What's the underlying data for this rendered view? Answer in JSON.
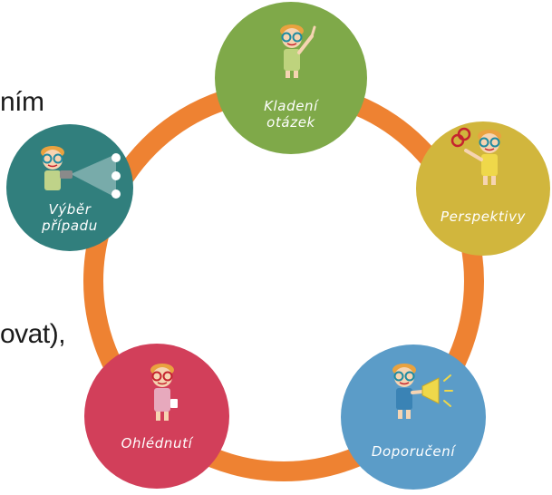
{
  "text_fragments": [
    "ním",
    "ovat),"
  ],
  "colors": {
    "ring": "#ee8232",
    "skin": "#f6d4b2",
    "hair": "#e9a23f",
    "glasses": "#1f8aa0",
    "mouth": "#c5242e"
  },
  "nodes": [
    {
      "id": "kladeni",
      "lines": [
        "Kladení",
        "otázek"
      ],
      "color": "#7fa949",
      "icon": "raised-hand-icon",
      "shirt": "#bed37d"
    },
    {
      "id": "perspektivy",
      "lines": [
        "Perspektivy"
      ],
      "color": "#d1b63d",
      "icon": "magnifying-glasses-icon",
      "shirt": "#efd84a"
    },
    {
      "id": "doporuceni",
      "lines": [
        "Doporučení"
      ],
      "color": "#5b9cc8",
      "icon": "megaphone-icon",
      "shirt": "#3a83b5"
    },
    {
      "id": "ohlednuti",
      "lines": [
        "Ohlédnutí"
      ],
      "color": "#d23f5a",
      "icon": "look-back-icon",
      "shirt": "#e7a9bd"
    },
    {
      "id": "vyber",
      "lines": [
        "Výběr",
        "případu"
      ],
      "color": "#317f7d",
      "icon": "projector-icon",
      "shirt": "#bfd389"
    }
  ]
}
